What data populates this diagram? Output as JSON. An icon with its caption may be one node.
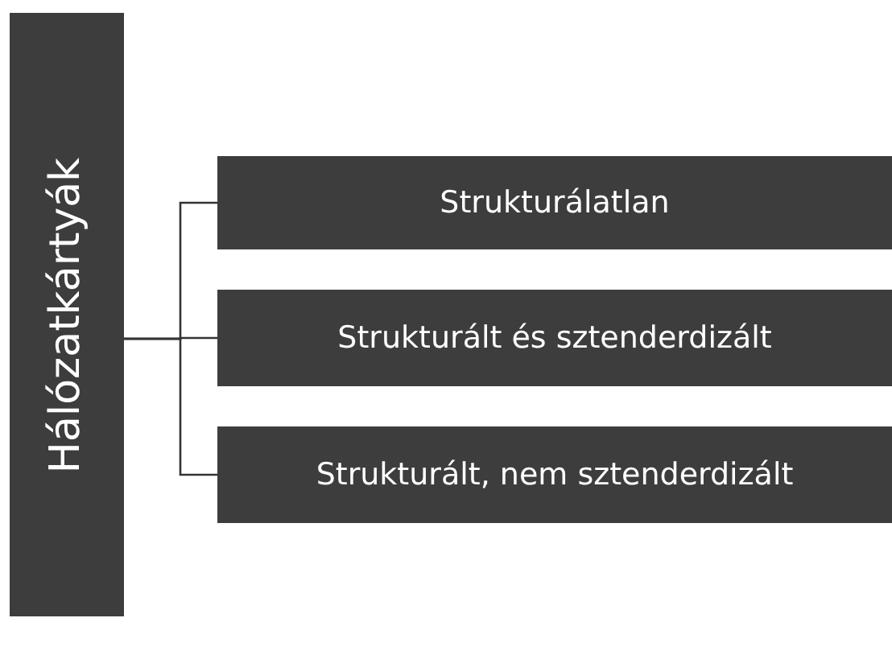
{
  "diagram": {
    "nodes": [
      {
        "text": [
          "Hálózatkártyák"
        ]
      },
      {
        "text": [
          "Strukturálatlan"
        ]
      },
      {
        "text": [
          "Strukturált és sztenderdizált"
        ]
      },
      {
        "text": [
          "Strukturált, nem sztenderdizált"
        ]
      }
    ],
    "edges": [
      {
        "from": 0,
        "to": 1,
        "arrow": "none"
      },
      {
        "from": 0,
        "to": 2,
        "arrow": "none"
      },
      {
        "from": 0,
        "to": 3,
        "arrow": "none"
      }
    ]
  }
}
